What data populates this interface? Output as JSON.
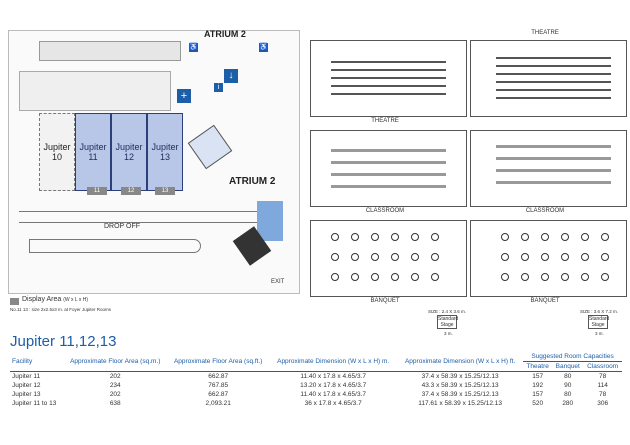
{
  "map": {
    "atrium_top": "ATRIUM 2",
    "atrium_mid": "ATRIUM 2",
    "drop_off": "DROP OFF",
    "exit": "EXIT",
    "rooms": [
      {
        "name": "Jupiter",
        "num": "10"
      },
      {
        "name": "Jupiter",
        "num": "11"
      },
      {
        "name": "Jupiter",
        "num": "12"
      },
      {
        "name": "Jupiter",
        "num": "13"
      }
    ],
    "foyer_numbers": [
      "11",
      "12",
      "13"
    ]
  },
  "legend": {
    "title": "Display Area",
    "unit": "(W x L x H)",
    "note": "No.11 13 : size 2x2.5x3 m. at Foyer Jupiter Rooms"
  },
  "plans": {
    "captions": [
      "THEATRE",
      "THEATRE",
      "CLASSROOM",
      "CLASSROOM",
      "BANQUET",
      "BANQUET"
    ],
    "left_size": "SIZE : 2.4 X 3.6 m.",
    "right_size": "SIZE : 3.6 X 7.2 m.",
    "stage_label": "Standard Stage",
    "left_dim": "3 m.",
    "right_dim": "3 m."
  },
  "title": "Jupiter 11,12,13",
  "table": {
    "headers": {
      "facility": "Facility",
      "area_sqm": "Approximate Floor Area (sq.m.)",
      "area_sqft": "Approximate Floor Area (sq.ft.)",
      "dim_m": "Approximate Dimension (W x L x H) m.",
      "dim_ft": "Approximate Dimension (W x L x H) ft.",
      "capacity_group": "Suggested Room Capacities",
      "theatre": "Theatre",
      "banquet": "Banquet",
      "classroom": "Classroom"
    },
    "rows": [
      {
        "facility": "Jupiter 11",
        "sqm": "202",
        "sqft": "662.87",
        "dim_m": "11.40 x 17.8 x 4.65/3.7",
        "dim_ft": "37.4 x 58.39 x 15.25/12.13",
        "theatre": "157",
        "banquet": "80",
        "classroom": "78"
      },
      {
        "facility": "Jupiter 12",
        "sqm": "234",
        "sqft": "767.85",
        "dim_m": "13.20 x 17.8 x 4.65/3.7",
        "dim_ft": "43.3 x 58.39 x 15.25/12.13",
        "theatre": "192",
        "banquet": "90",
        "classroom": "114"
      },
      {
        "facility": "Jupiter 13",
        "sqm": "202",
        "sqft": "662.87",
        "dim_m": "11.40 x 17.8 x 4.65/3.7",
        "dim_ft": "37.4 x 58.39 x 15.25/12.13",
        "theatre": "157",
        "banquet": "80",
        "classroom": "78"
      },
      {
        "facility": "Jupiter 11 to 13",
        "sqm": "638",
        "sqft": "2,093.21",
        "dim_m": "36 x 17.8 x 4.65/3.7",
        "dim_ft": "117.61 x 58.39 x 15.25/12.13",
        "theatre": "520",
        "banquet": "280",
        "classroom": "306"
      }
    ]
  },
  "colors": {
    "accent": "#1d5ea8",
    "room_fill": "#b8c6e8",
    "room_border": "#2d3f7a"
  }
}
